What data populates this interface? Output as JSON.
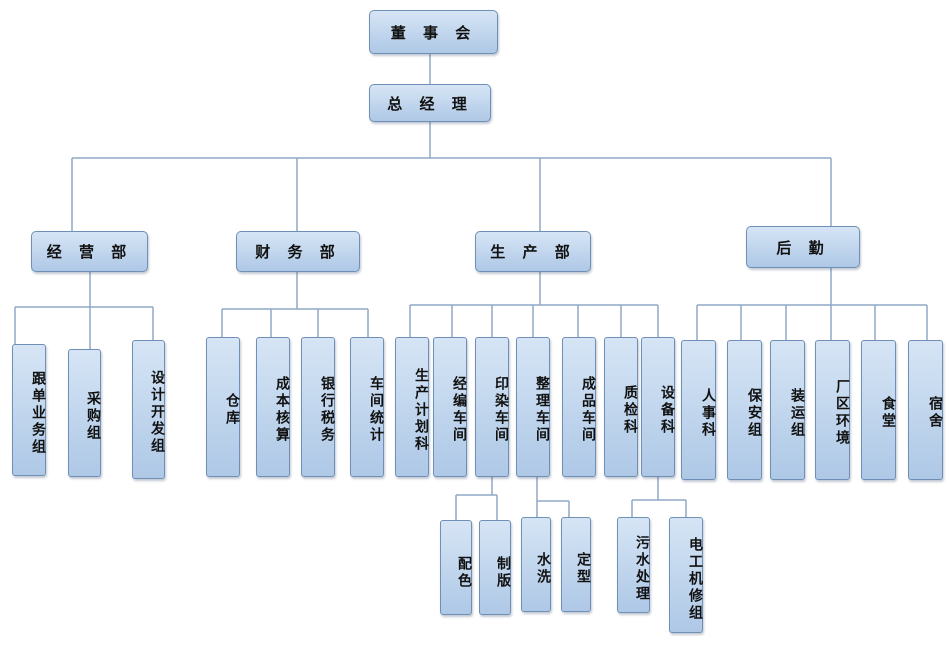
{
  "chart": {
    "board": "董 事 会",
    "general_manager": "总 经 理",
    "departments": {
      "business": "经 营 部",
      "finance": "财 务 部",
      "production": "生 产 部",
      "logistics": "后  勤"
    },
    "business_units": [
      "跟单业务组",
      "采购组",
      "设计开发组"
    ],
    "finance_units": [
      "仓库",
      "成本核算",
      "银行税务",
      "车间统计"
    ],
    "production_units": [
      "生产计划科",
      "经编车间",
      "印染车间",
      "整理车间",
      "成品车间",
      "质检科",
      "设备科"
    ],
    "logistics_units": [
      "人事科",
      "保安组",
      "装运组",
      "厂区环境",
      "食堂",
      "宿舍"
    ],
    "dyeing_subunits": [
      "配色",
      "制版"
    ],
    "finishing_subunits": [
      "水洗",
      "定型"
    ],
    "equipment_subunits": [
      "污水处理",
      "电工机修组"
    ]
  }
}
